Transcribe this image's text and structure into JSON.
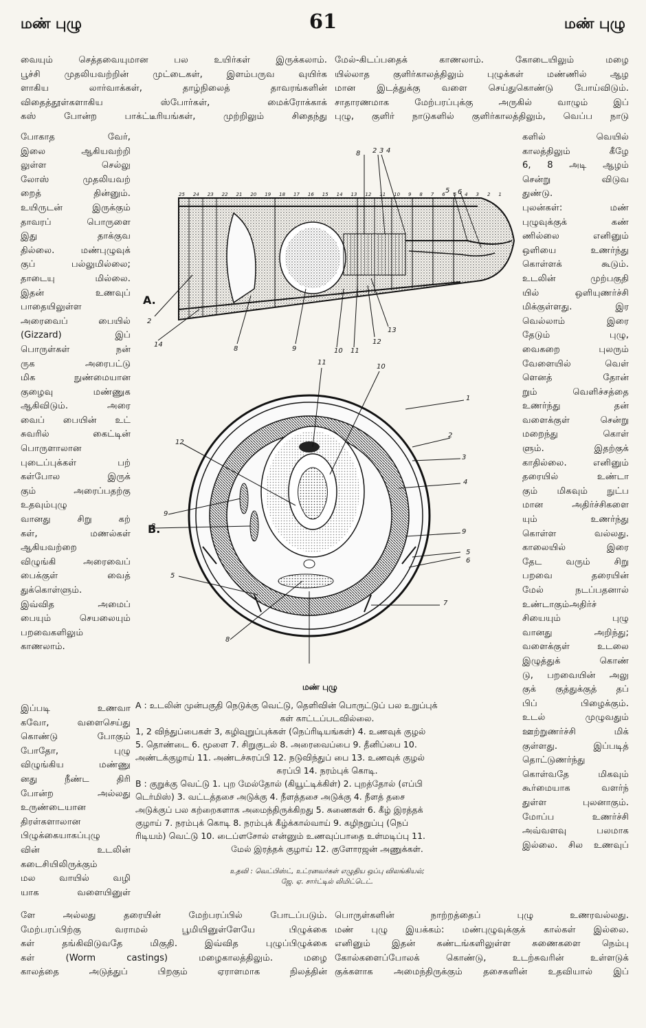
{
  "header": {
    "left": "மண் புழு",
    "page_number": "61",
    "right": "மண் புழு"
  },
  "top_left_lines": [
    "வையும் செத்தவையுமான பல உயிர்கள் இருக்கலாம்.",
    "பூச்சி முதலியவற்றின் முட்டைகள், இளம்பருவ வுயிர்க",
    "ளாகிய லார்வாக்கள், தாழ்நிலைத் தாவரங்களின்",
    "விதைத்தூள்களாகிய ஸ்போர்கள், மைக்ரோக்காக்",
    "கஸ் போன்ற பாக்ட்டீரியங்கள், முற்றிலும் சிதைந்து"
  ],
  "top_right_lines": [
    "மேல்-கிடப்பதைக் காணலாம். கோடையிலும் மழை",
    "யில்லாத குளிர்காலத்திலும் புழுக்கள் மண்ணில் ஆழ",
    "மான இடத்துக்கு வளை செய்துகொண்டு போய்விடும்.",
    "சாதாரணமாக மேற்பரப்புக்கு அருகில் வாழும் இப்",
    "புழு, குளிர் நாடுகளில் குளிர்காலத்திலும், வெப்ப நாடு"
  ],
  "left_col_lines": [
    "போகாத வேர்,",
    "இலை ஆகியவற்றி",
    "லுள்ள செல்லு",
    "லோஸ் முதலியவற்",
    "றைத் தின்னும்.",
    "உயிருடன் இருக்கும்",
    "தாவரப் பொருளை",
    "இது தாக்குவ",
    "தில்லை. மண்புழுவுக்",
    "குப் பல்லுமில்லை;",
    "தாடையு மில்லை.",
    "இதன் உணவுப்",
    "பாதையிலுள்ள",
    "அரைவைப் பையில்",
    "(Gizzard) இப்",
    "பொருள்கள் நன்",
    "ருக அரைபட்டு",
    "மிக நுண்மையான",
    "குழைவு மண்ணுக",
    "ஆகிவிடும். அரை",
    "வைப் பையின் உட்",
    "சுவரில் கைட்டின்",
    "பொருளாலான",
    "புடைப்புக்கள் பற்",
    "கள்போல இருக்",
    "கும் அரைப்பதற்கு",
    "உதவும்புழு",
    "வானது சிறு கற்",
    "கள், மணல்கள்",
    "ஆகியவற்றை",
    "விழுங்கி அரைவைப்",
    "பைக்குள் வைத்",
    "துக்கொள்ளும்.",
    "இவ்வித அமைப்",
    "பையும் செயலையும்",
    "பறவைகளிலும்",
    "காணலாம்."
  ],
  "left_lower_lines": [
    "இப்படி உணவா",
    "கவோ, வளைசெய்து",
    "கொண்டு போகும்",
    "போதோ, புழு",
    "விழுங்கிய மண்ணு",
    "னது நீண்ட திரி",
    "போன்ற அல்லது",
    "உருண்டையான",
    "திரள்களாலான",
    "பிழுக்கையாகப்புழு",
    "வின் உடலின்",
    "கடைசியிலிருக்கும்",
    "மல வாயில் வழி",
    "யாக வளையினுள்"
  ],
  "right_col_lines": [
    "களில் வெயில்",
    "காலத்திலும் கீழே",
    "6, 8 அடி ஆழம்",
    "சென்று விடுவ",
    "துண்டு.",
    "புலன்கள்: மண்",
    "புழுவுக்குக் கண்",
    "ணில்லை எனினும்",
    "ஒளியை உணர்ந்து",
    "கொள்ளக் கூடும்.",
    "உடலின் முற்பகுதி",
    "யில் ஒளியுணர்ச்சி",
    "மிக்குள்ளது. இர",
    "வெல்லாம் இரை",
    "தேடும் புழு,",
    "வைகறை புலரும்",
    "வேளையில் வெள்",
    "ளெனத் தோன்",
    "றும் வெளிச்சத்தை",
    "உணர்ந்து தன்",
    "வளைக்குள் சென்று",
    "மறைந்து கொள்",
    "ளும். இதற்குக்",
    "காதில்லை. எனினும்",
    "தரையில் உண்டா",
    "கும் மிகவும் நுட்ப",
    "மான அதிர்ச்சிகளை",
    "யும் உணர்ந்து",
    "கொள்ள வல்லது.",
    "காலையில் இரை",
    "தேட வரும் சிறு",
    "பறவை தரையின்",
    "மேல் நடப்பதனால்",
    "உண்டாகும்அதிர்ச்",
    "சியையும் புழு",
    "வானது அறிந்து;",
    "வளைக்குள் உடலை",
    "இழுத்துக் கொண்",
    "டு, பறவையின் அலு",
    "குக் குத்துக்குத் தப்",
    "பிப் பிழைக்கும்.",
    "உடல் முழுவதும்",
    "ஊற்றுணர்ச்சி மிக்",
    "குள்ளது. இப்படித்",
    "தொட்டுணர்ந்து",
    "கொள்வதே மிகவும்",
    "கூர்மையாக வளர்ந்",
    "துள்ள புலனாகும்.",
    "மோப்ப உணர்ச்சி",
    "அவ்வளவு பலமாக",
    "இல்லை. சில உணவுப்"
  ],
  "bottom_left_lines": [
    "ளே அல்லது தரையின் மேற்பரப்பில் போடப்படும்.",
    "மேற்பரப்பிற்கு வராமல் பூமியினுள்ளேயே பிழுக்கை",
    "கள் தங்கிவிடுவதே மிகுதி. இவ்வித புழுப்பிழுக்கை",
    "கள் (Worm castings) மழைகாலத்திலும். மழை",
    "காலத்தை அடுத்துப் பிறகும் ஏராளமாக நிலத்தின்"
  ],
  "bottom_right_lines": [
    "பொருள்களின் நாற்றத்தைப் புழு உணரவல்லது.",
    "மண் புழு இயக்கம்: மண்புழுவுக்குக் கால்கள் இல்லை.",
    "எனினும் இதன் கண்டங்களிலுள்ள சுணைகளை நெம்பு",
    "கோல்களைப்போலக் கொண்டு, உடற்சுவரின் உள்ளடுக்",
    "குக்களாக அமைந்திருக்கும் தசைகளின் உதவியால் இப்"
  ],
  "figure": {
    "label_a": "A.",
    "label_b": "B.",
    "title": "மண் புழு",
    "top_numbers": [
      "25",
      "24",
      "23",
      "22",
      "21",
      "20",
      "19",
      "18",
      "17",
      "16",
      "15",
      "14",
      "13",
      "12",
      "11",
      "10",
      "9",
      "8",
      "7",
      "6",
      "5",
      "4",
      "3",
      "2",
      "1"
    ],
    "a_callouts": [
      "8",
      "2",
      "3",
      "4",
      "5",
      "6",
      "2",
      "14",
      "8",
      "9",
      "10",
      "11",
      "12",
      "13"
    ],
    "b_callouts": [
      "11",
      "10",
      "1",
      "2",
      "3",
      "4",
      "12",
      "9",
      "8",
      "9",
      "5",
      "6",
      "5",
      "7",
      "8"
    ],
    "caption_lines": [
      "A :  உடலின் முன்பகுதி நெடுக்கு வெட்டு, தெளிவின் பொருட்டுப் பல உறுப்புக்",
      "கள் காட்டப்படவில்லை.",
      "1, 2 விந்துப்பைகள்  3, கழிவுறுப்புக்கள் (நெப்ரிடியங்கள்)  4. உணவுக் குழல்",
      "5. தொண்டை  6. மூளை  7. சிறுகுடல்  8. அரைவைப்பை  9. தீனிப்பை  10.",
      "அண்டக்குழாய்  11. அண்டச்சுரப்பி  12. நடுவிந்துப் பை  13. உணவுக் குழல்",
      "சுரப்பி  14. நரம்புக் கொடி.",
      "B :  குறுக்கு வெட்டு  1. புற மேல்தோல் (கியூட்டிக்கிள்)  2. புறத்தோல் (எப்பி",
      "டெர்மிஸ்)  3. வட்டத்தசை அடுக்கு  4. நீளத்தசை அடுக்கு  4. நீளத் தசை",
      "அடுக்குப் பல கற்றைகளாக அமைந்திருக்கிறது  5. சுணைகள்  6. கீழ் இரத்தக்",
      "குழாய்  7. நரம்புக் கொடி  8. நரம்புக் கீழ்க்கால்வாய்  9. கழிநறுப்பு (நெப்",
      "ரிடியம்) வெட்டு  10. டைப்ளசோல் என்னும் உணவுப்பாதை உள்மடிப்பு  11.",
      "மேல் இரத்தக் குழாய்  12. குளோரஜன் அணுக்கள்."
    ],
    "credit_lines": [
      "உதவி : வெட்பிஸ்ட், உட்ரனவர்கள் எழுதிய ஒப்பு விலங்கியல்;",
      "ஜே. ஏ. சார்ட்டில் லிமிட்டெட்."
    ]
  }
}
